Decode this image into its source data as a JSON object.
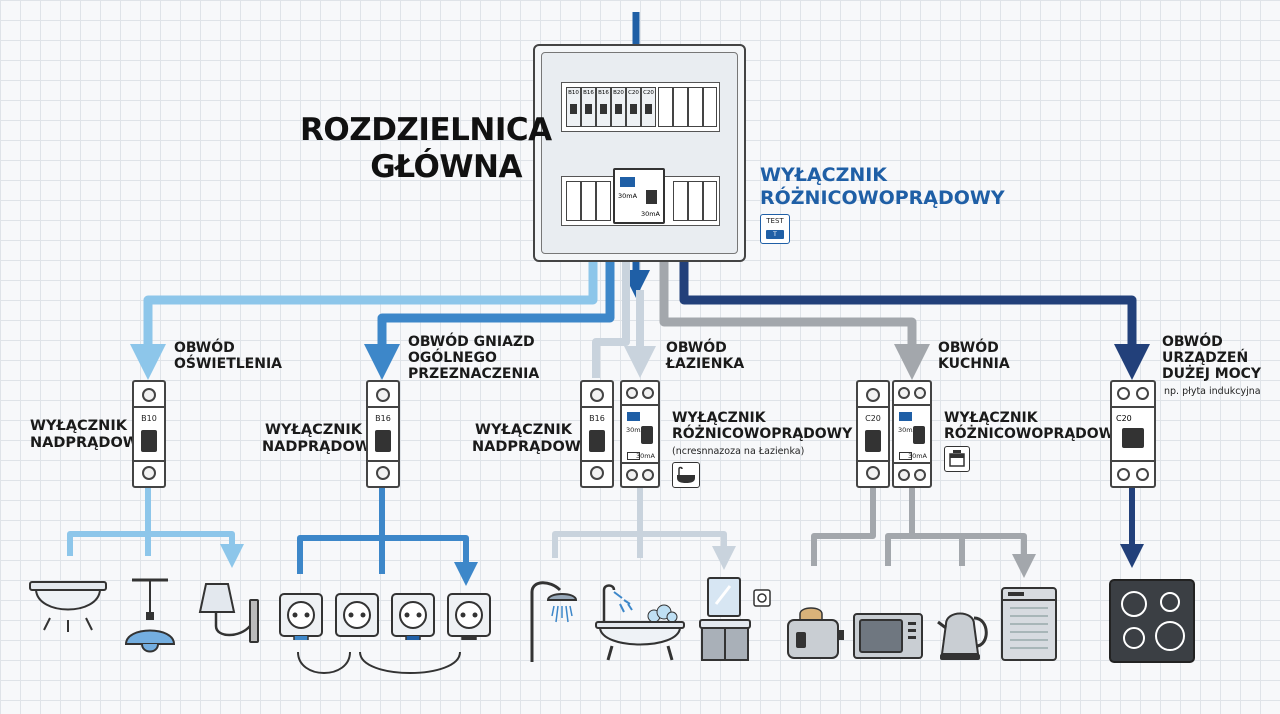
{
  "main_panel": {
    "title_line1": "ROZDZIELNICA",
    "title_line2": "GŁÓWNA",
    "breakers": [
      "B10",
      "B16",
      "B16",
      "B20",
      "C20",
      "C20"
    ],
    "rcd_rating_top": "30mA",
    "rcd_rating_bottom": "30mA"
  },
  "rcd_label": {
    "line1": "WYŁĄCZNIK",
    "line2": "RÓŻNICOWOPRĄDOWY",
    "test_label": "TEST",
    "test_button_glyph": "T"
  },
  "circuits": {
    "lighting": {
      "line1": "OBWÓD",
      "line2": "OŚWIETLENIA",
      "breaker_label_1": "WYŁĄCZNIK",
      "breaker_label_2": "NADPRĄDOWY",
      "breaker_rating": "B10"
    },
    "sockets": {
      "line1": "OBWÓD GNIAZD",
      "line2": "OGÓLNEGO",
      "line3": "PRZEZNACZENIA",
      "breaker_label_1": "WYŁĄCZNIK",
      "breaker_label_2": "NADPRĄDOWY",
      "breaker_rating": "B16"
    },
    "bathroom": {
      "line1": "OBWÓD",
      "line2": "ŁAZIENKA",
      "breaker_label_1": "WYŁĄCZNIK",
      "breaker_label_2": "NADPRĄDOWY",
      "breaker_rating": "B16",
      "rcd_label_1": "WYŁĄCZNIK",
      "rcd_label_2": "RÓŻNICOWOPRĄDOWY",
      "rcd_note": "(ncresnnazoza na Łazienka)",
      "rcd_rating_top": "30mA",
      "rcd_rating_bottom": "30mA"
    },
    "kitchen": {
      "line1": "OBWÓD",
      "line2": "KUCHNIA",
      "breaker_rating": "C20",
      "rcd_label_1": "WYŁĄCZNIK",
      "rcd_label_2": "RÓŻNICOWOPRĄDOWY",
      "rcd_rating_top": "30mA",
      "rcd_rating_bottom": "30mA"
    },
    "high_power": {
      "line1": "OBWÓD",
      "line2": "URZĄDZEŃ",
      "line3": "DUŻEJ MOCY",
      "note": "np. płyta indukcyjna",
      "breaker_rating": "C20"
    }
  },
  "colors": {
    "light_blue": "#8dc6ea",
    "mid_blue": "#3d87c9",
    "main_blue": "#1f5fa6",
    "pale_grey": "#c9d3dd",
    "grey": "#a3a7ac",
    "navy": "#22407a"
  },
  "icons": [
    "ceiling-lamp-icon",
    "pendant-lamp-icon",
    "wall-lamp-icon",
    "socket-icon",
    "shower-icon",
    "bathtub-icon",
    "sink-cabinet-icon",
    "toaster-icon",
    "microwave-icon",
    "kettle-icon",
    "dishwasher-icon",
    "induction-hob-icon"
  ]
}
